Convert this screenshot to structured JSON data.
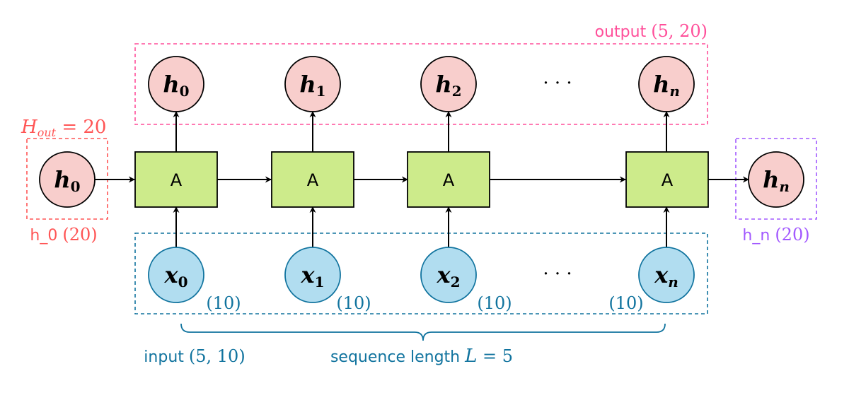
{
  "colors": {
    "hidden_fill": "#f8cecc",
    "input_fill": "#b1ddf0",
    "cell_fill": "#cdeb8b",
    "output_border": "#ff4f9a",
    "input_border": "#10739e",
    "h0_border": "#ff5555",
    "hn_border": "#a259ff",
    "stroke": "#000000"
  },
  "labels": {
    "output_prefix": "output ",
    "output_dims": "(5, 20)",
    "h_out_main": "H",
    "h_out_sub": "out",
    "h_out_value": " = 20",
    "h0_box_prefix": "h_0 ",
    "h0_box_dims": "(20)",
    "hn_box_prefix": "h_n ",
    "hn_box_dims": "(20)",
    "input_prefix": "input ",
    "input_dims": "(5, 10)",
    "seq_prefix": "sequence length ",
    "seq_var": "L",
    "seq_value": " = 5",
    "ellipsis": "· · ·"
  },
  "cells": [
    {
      "label": "A"
    },
    {
      "label": "A"
    },
    {
      "label": "A"
    },
    {
      "label": "A"
    }
  ],
  "outputs": [
    {
      "main": "h",
      "sub": "0"
    },
    {
      "main": "h",
      "sub": "1"
    },
    {
      "main": "h",
      "sub": "2"
    },
    {
      "main": "h",
      "sub": "n"
    }
  ],
  "inputs": [
    {
      "main": "x",
      "sub": "0",
      "dim": "(10)"
    },
    {
      "main": "x",
      "sub": "1",
      "dim": "(10)"
    },
    {
      "main": "x",
      "sub": "2",
      "dim": "(10)"
    },
    {
      "main": "x",
      "sub": "n",
      "dim": "(10)"
    }
  ],
  "initial_hidden": {
    "main": "h",
    "sub": "0"
  },
  "final_hidden": {
    "main": "h",
    "sub": "n"
  }
}
